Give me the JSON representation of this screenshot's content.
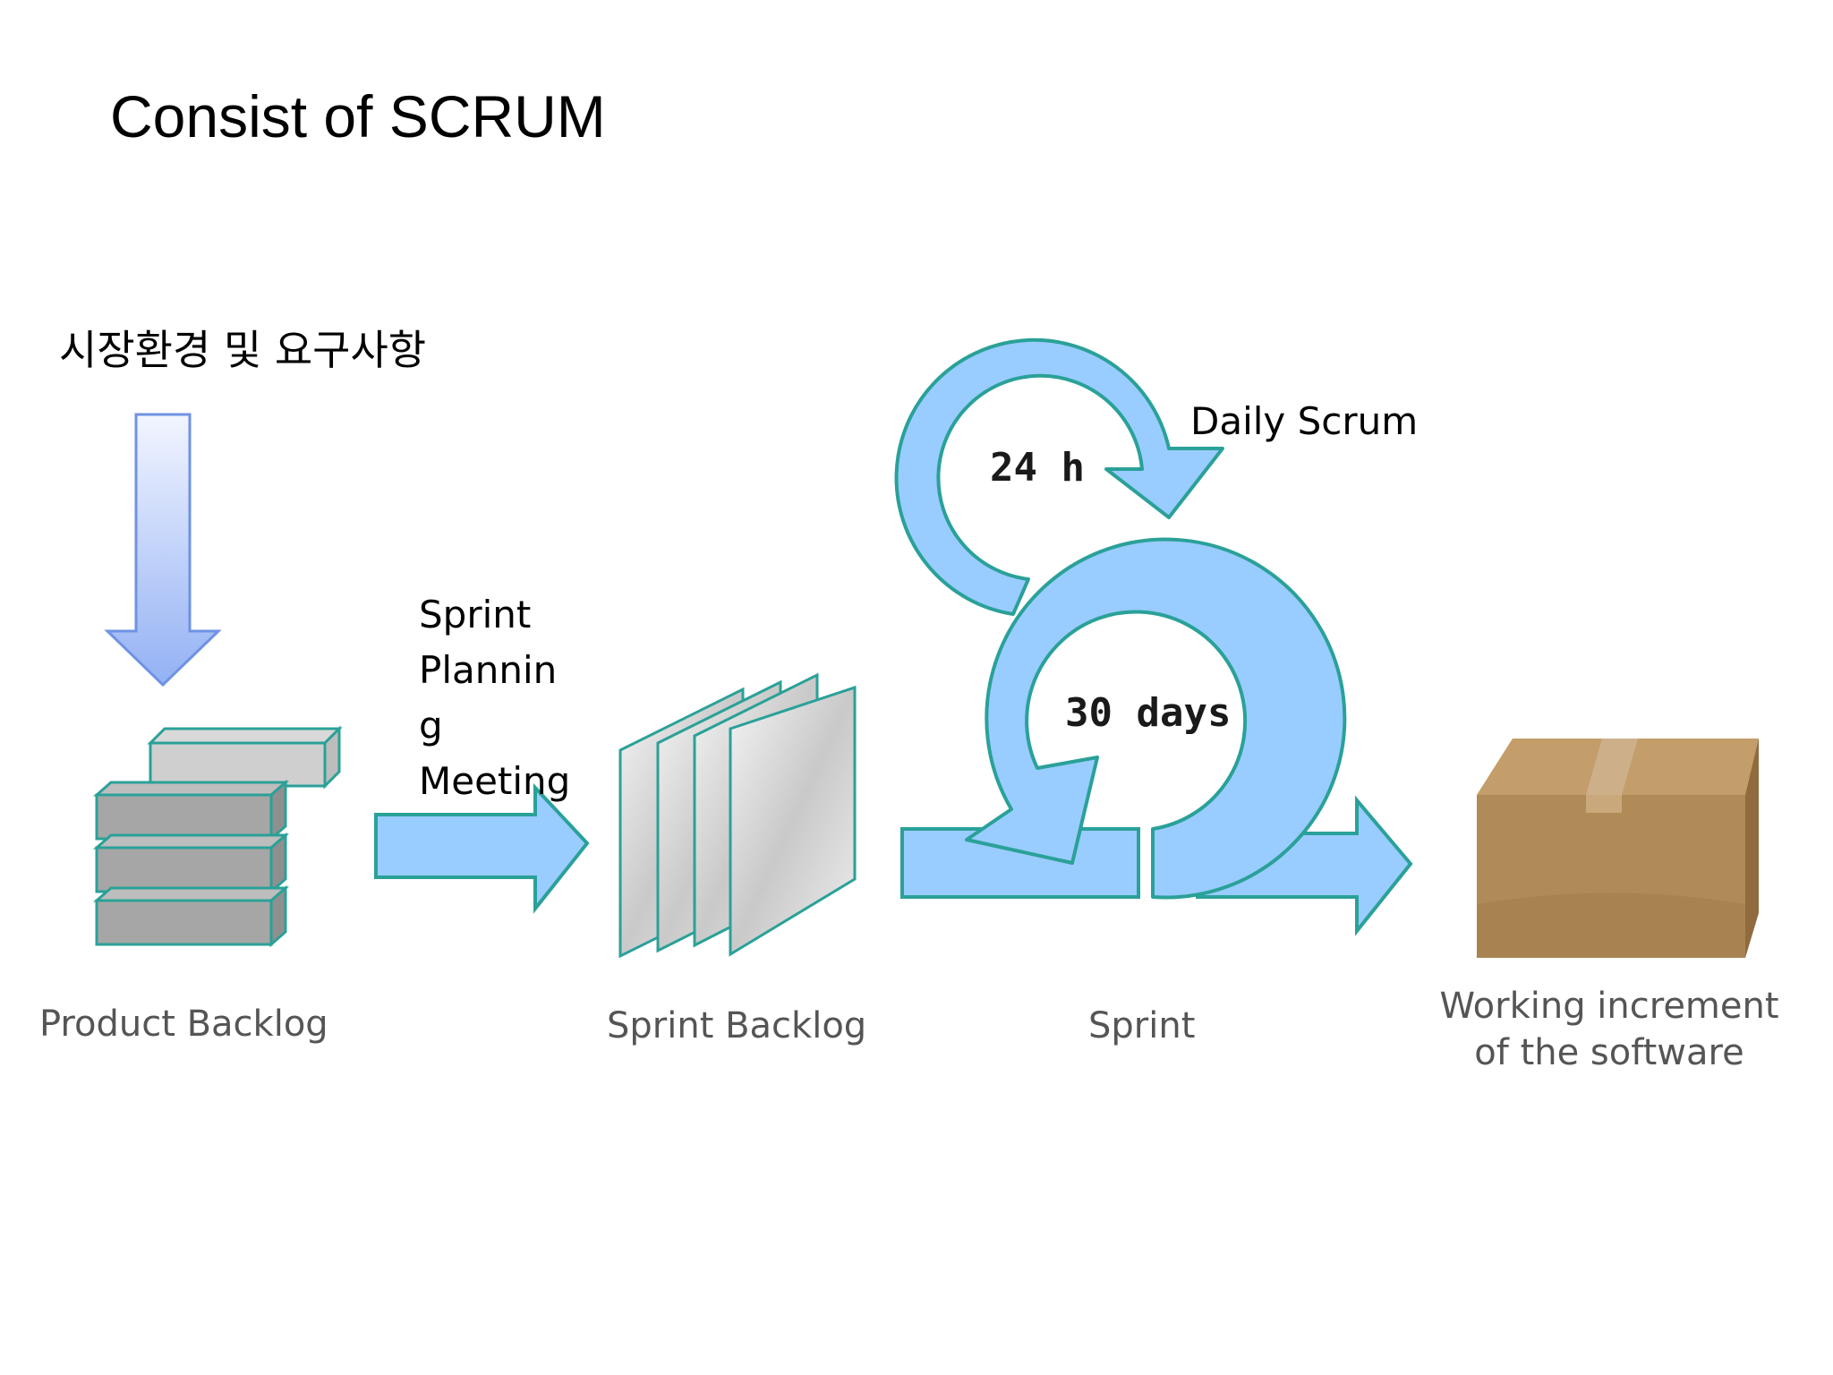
{
  "slide": {
    "title": "Consist of SCRUM"
  },
  "diagram": {
    "input_label": "시장환경 및 요구사항",
    "planning_label_lines": [
      "Sprint",
      "Plannin",
      "g",
      "Meeting"
    ],
    "daily_label": "Daily Scrum",
    "daily_cycle_label": "24 h",
    "sprint_cycle_label": "30 days",
    "stages": {
      "product_backlog": "Product Backlog",
      "sprint_backlog": "Sprint Backlog",
      "sprint": "Sprint",
      "increment_lines": [
        "Working increment",
        "of the software"
      ]
    }
  },
  "colors": {
    "arrow_fill": "#99ccff",
    "arrow_stroke": "#2aa198",
    "block_fill": "#a9a9a9",
    "box_fill": "#b08a57",
    "down_arrow_top": "#eef2ff",
    "down_arrow_bottom": "#9db8f5"
  }
}
